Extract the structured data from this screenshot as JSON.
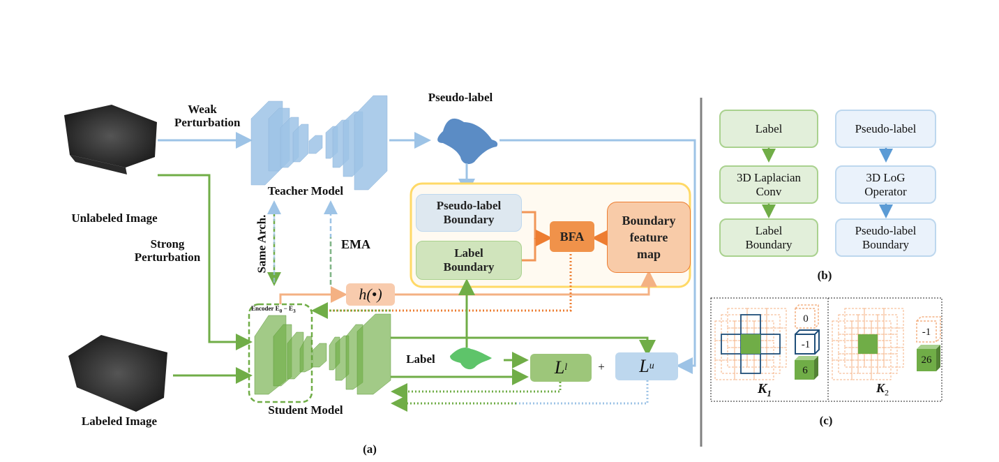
{
  "panel_a": {
    "caption": "(a)",
    "unlabeled_image_label": "Unlabeled Image",
    "labeled_image_label": "Labeled Image",
    "weak_perturbation_label": [
      "Weak",
      "Perturbation"
    ],
    "strong_perturbation_label": [
      "Strong",
      "Perturbation"
    ],
    "teacher_model_label": "Teacher Model",
    "student_model_label": "Student Model",
    "same_arch_label": "Same Arch.",
    "ema_label": "EMA",
    "encoder_label": "Encoder E",
    "encoder_sub_start": "0",
    "encoder_sub_end": "3",
    "pseudo_label_title": "Pseudo-label",
    "label_title": "Label",
    "h_function": "h(•)",
    "boundary_module": {
      "pseudo_label_boundary": [
        "Pseudo-label",
        "Boundary"
      ],
      "label_boundary": [
        "Label",
        "Boundary"
      ],
      "bfa": "BFA",
      "boundary_feature_map": [
        "Boundary",
        "feature",
        "map"
      ]
    },
    "loss_labeled": "L",
    "loss_labeled_sub": "l",
    "plus": "+",
    "loss_unlabeled": "L",
    "loss_unlabeled_sub": "u"
  },
  "panel_b": {
    "caption": "(b)",
    "left_column": [
      "Label",
      "3D Laplacian Conv",
      "Label Boundary"
    ],
    "right_column": [
      "Pseudo-label",
      "3D LoG Operator",
      "Pseudo-label Boundary"
    ]
  },
  "panel_c": {
    "caption": "(c)",
    "k1": {
      "name": "K",
      "sub": "1",
      "legend": [
        "0",
        "-1",
        "6"
      ]
    },
    "k2": {
      "name": "K",
      "sub": "2",
      "legend": [
        "-1",
        "26"
      ]
    }
  },
  "colors": {
    "blue": "#9dc3e6",
    "blue_dark": "#5b9bd5",
    "green": "#70ad47",
    "green_fill": "#a9d18e",
    "orange": "#f4b183",
    "orange_dark": "#ed7d31",
    "yellow": "#ffd966",
    "navy": "#1f4e79"
  }
}
